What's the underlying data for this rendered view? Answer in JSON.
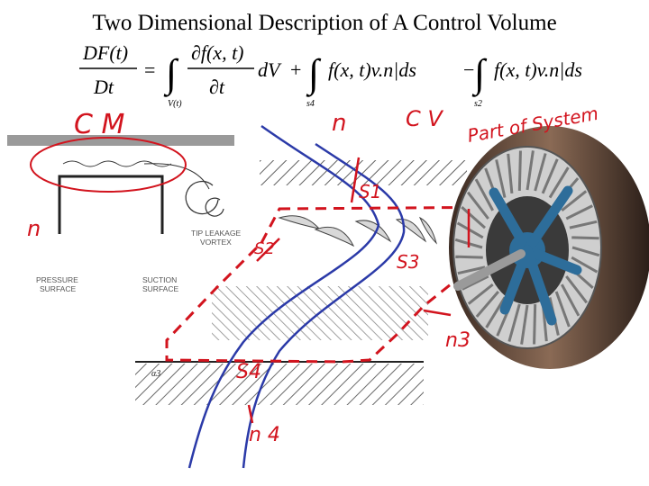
{
  "title": "Two Dimensional Description of  A Control Volume",
  "equation": {
    "lhs_num": "DF(t)",
    "lhs_den": "Dt",
    "int1_lower": "V(t)",
    "int1_num": "∂f(x, t)",
    "int1_den": "∂t",
    "int1_tail": "dV",
    "int2_lower": "s4",
    "int2_body": "f(x, t)v.n|ds",
    "int3_lower": "s2",
    "int3_body": "f(x, t)v.n|ds"
  },
  "labels": {
    "tip_leakage": [
      "TIP LEAKAGE",
      "VORTEX"
    ],
    "pressure": [
      "PRESSURE",
      "SURFACE"
    ],
    "suction": [
      "SUCTION",
      "SURFACE"
    ],
    "alpha3": "α3"
  },
  "annotations": {
    "cm": "C M",
    "cv": "C V",
    "part_of": "Part of System",
    "ns1": "n",
    "s1": "S1",
    "s2": "S2",
    "s3": "S3",
    "s4": "S4",
    "ns3": "n3",
    "ns4": "n 4",
    "side_n": "n"
  },
  "colors": {
    "annotation": "#d2141e",
    "streamline": "#2b3aa8",
    "hatch": "#444444"
  }
}
